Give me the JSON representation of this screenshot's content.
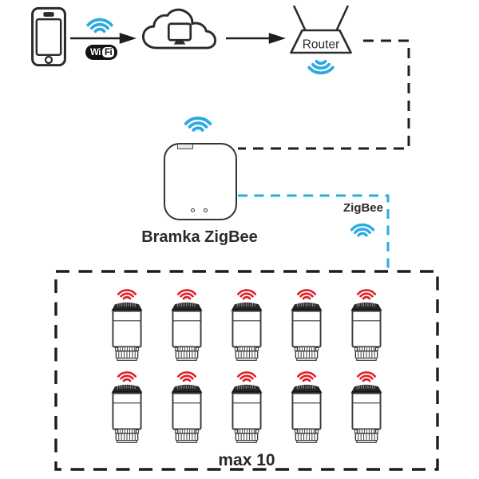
{
  "nodes": {
    "phone": {
      "icon": "smartphone-icon"
    },
    "wifi_badge": {
      "wi": "Wi",
      "fi": "Fi"
    },
    "cloud": {
      "icon": "cloud-computer-icon"
    },
    "router": {
      "label": "Router"
    },
    "gateway": {
      "label": "Bramka ZigBee"
    },
    "zigbee_link": {
      "label": "ZigBee"
    },
    "valve_group": {
      "label": "max 10",
      "count": 10,
      "rows": 2,
      "per_row": 5
    }
  },
  "colors": {
    "wifi_blue": "#2baae2",
    "wifi_red": "#e02129",
    "line_black": "#1e1e1e"
  }
}
